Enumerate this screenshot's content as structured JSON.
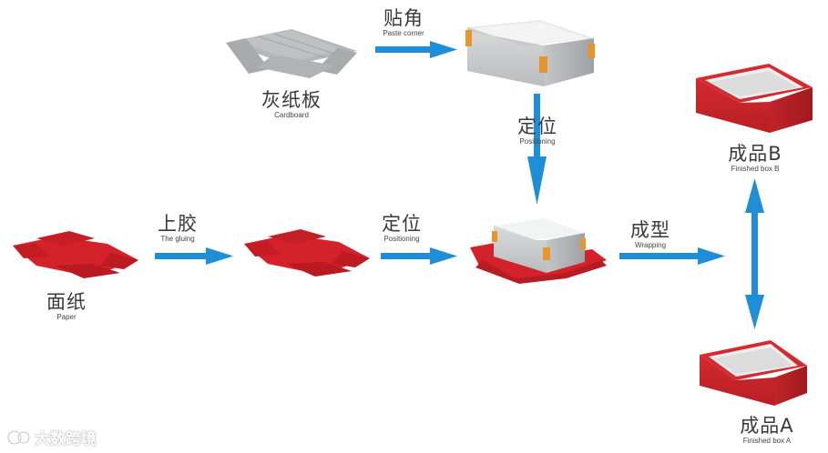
{
  "stages": {
    "paper": {
      "cn": "面纸",
      "en": "Paper"
    },
    "cardboard": {
      "cn": "灰纸板",
      "en": "Cardboard"
    },
    "finished_a": {
      "cn": "成品A",
      "en": "Finished box A"
    },
    "finished_b": {
      "cn": "成品B",
      "en": "Finished box B"
    }
  },
  "steps": {
    "gluing": {
      "cn": "上胶",
      "en": "The gluing"
    },
    "paste_corner": {
      "cn": "贴角",
      "en": "Paste corner"
    },
    "positioning_top": {
      "cn": "定位",
      "en": "Positioning"
    },
    "positioning_bottom": {
      "cn": "定位",
      "en": "Positioning"
    },
    "wrapping": {
      "cn": "成型",
      "en": "Wrapping"
    }
  },
  "watermark": {
    "text": "大数跨境"
  },
  "colors": {
    "arrow": "#1e8ed6",
    "paper_red": "#d3222a",
    "box_red": "#c8262b",
    "board_gray": "#a9abad",
    "corner_tape": "#e7962e"
  }
}
